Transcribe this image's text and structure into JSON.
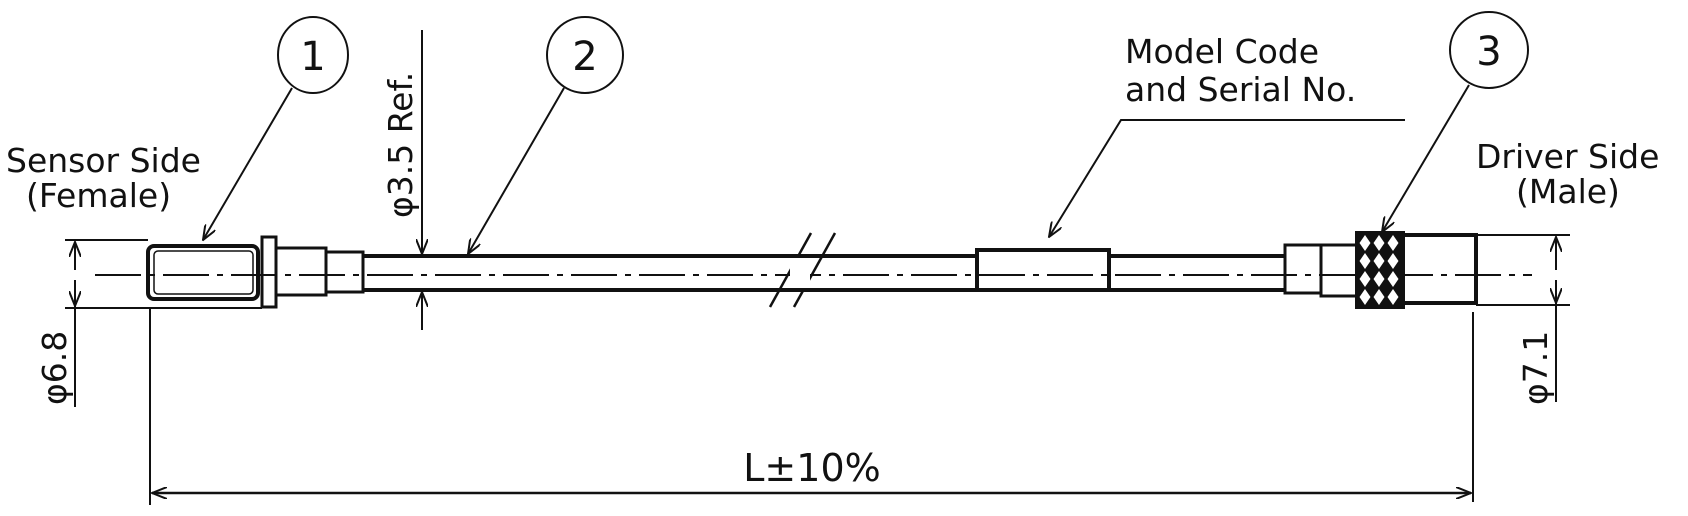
{
  "drawing": {
    "balloons": [
      {
        "id": "1",
        "label": "1"
      },
      {
        "id": "2",
        "label": "2"
      },
      {
        "id": "3",
        "label": "3"
      }
    ],
    "sensor_side": {
      "line1": "Sensor Side",
      "line2": "(Female)"
    },
    "driver_side": {
      "line1": "Driver Side",
      "line2": "(Male)"
    },
    "model_code": {
      "line1": "Model Code",
      "line2": "and Serial No."
    },
    "dimensions": {
      "cable_diameter": "φ3.5 Ref.",
      "sensor_diameter": "φ6.8",
      "driver_diameter": "φ7.1",
      "length": "L±10%"
    },
    "colors": {
      "line": "#111111",
      "background": "#ffffff"
    }
  }
}
